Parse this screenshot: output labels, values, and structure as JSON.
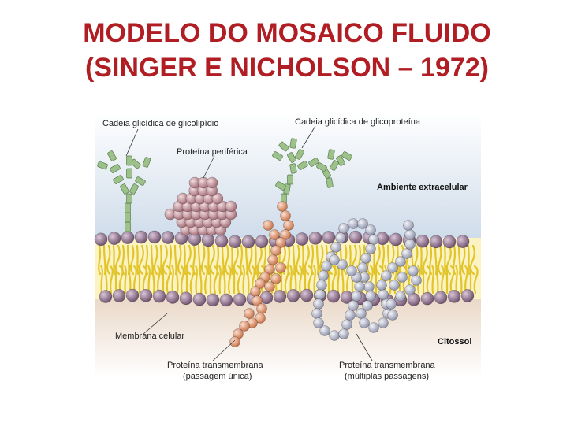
{
  "title": {
    "line1": "MODELO DO MOSAICO FLUIDO",
    "line2": "(SINGER E NICHOLSON – 1972)"
  },
  "labels": {
    "glycolipid_chain": "Cadeia glicídica de glicolipídio",
    "glycoprotein_chain": "Cadeia glicídica de glicoproteína",
    "peripheral_protein": "Proteína periférica",
    "extracellular": "Ambiente extracelular",
    "cell_membrane": "Membrana celular",
    "cytosol": "Citossol",
    "tm_single_line1": "Proteína transmembrana",
    "tm_single_line2": "(passagem única)",
    "tm_multi_line1": "Proteína transmembrana",
    "tm_multi_line2": "(múltiplas passagens)"
  },
  "colors": {
    "title": "#b01e23",
    "lipid_head": "#8c6f8a",
    "lipid_tail": "#e6cf3a",
    "peripheral_protein": "#c89aa0",
    "single_pass_protein": "#e8a07c",
    "multi_pass_protein": "#c3c6d4",
    "glycan": "#9cc18a"
  }
}
